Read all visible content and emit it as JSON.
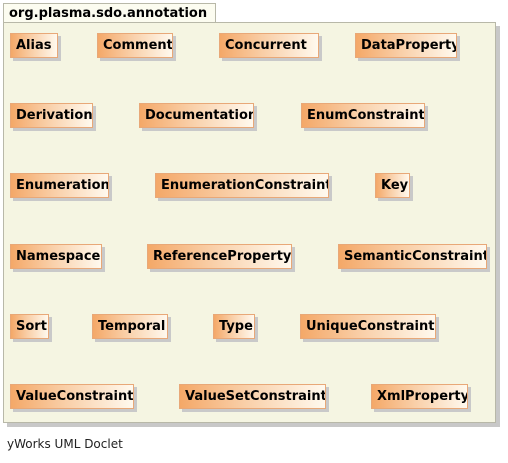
{
  "package": {
    "name": "org.plasma.sdo.annotation"
  },
  "classes": [
    "Alias",
    "Comment",
    "Concurrent",
    "DataProperty",
    "Derivation",
    "Documentation",
    "EnumConstraint",
    "Enumeration",
    "EnumerationConstraint",
    "Key",
    "Namespace",
    "ReferenceProperty",
    "SemanticConstraint",
    "Sort",
    "Temporal",
    "Type",
    "UniqueConstraint",
    "ValueConstraint",
    "ValueSetConstraint",
    "XmlProperty"
  ],
  "footer": {
    "text": "yWorks UML Doclet"
  }
}
